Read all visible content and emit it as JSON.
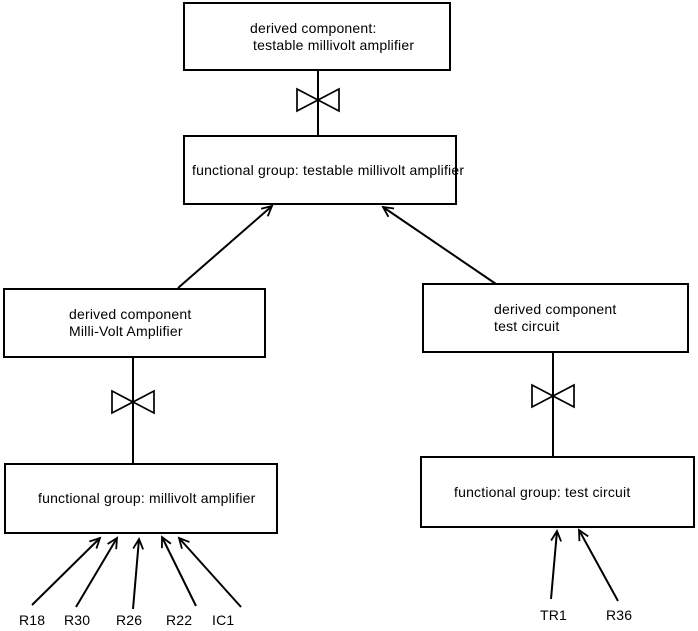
{
  "diagram": {
    "background_color": "#ffffff",
    "stroke_color": "#000000",
    "connector_icon": "bowtie-decomposition-icon",
    "boxes": {
      "top_derived": {
        "line1": "derived component:",
        "line2": "testable millivolt amplifier"
      },
      "top_functional": {
        "label": "functional group: testable millivolt amplifier"
      },
      "left_derived": {
        "line1": "derived component",
        "line2": "Milli-Volt Amplifier"
      },
      "left_functional": {
        "label": "functional group: millivolt amplifier"
      },
      "right_derived": {
        "line1": "derived component",
        "line2": "test circuit"
      },
      "right_functional": {
        "label": "functional group: test circuit"
      }
    },
    "left_components": [
      "R18",
      "R30",
      "R26",
      "R22",
      "IC1"
    ],
    "right_components": [
      "TR1",
      "R36"
    ]
  }
}
